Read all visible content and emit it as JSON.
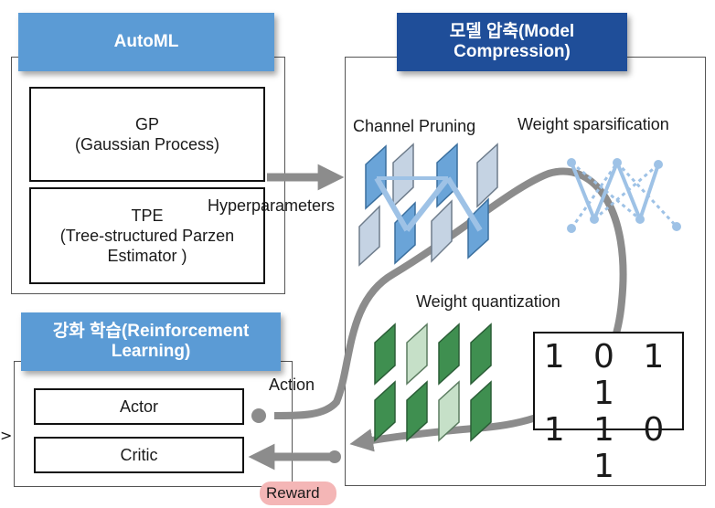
{
  "automl": {
    "title": "AutoML",
    "gp": {
      "line1": "GP",
      "line2": "(Gaussian Process)"
    },
    "tpe": {
      "line1": "TPE",
      "line2": "(Tree-structured Parzen",
      "line3": "Estimator )"
    }
  },
  "compression": {
    "title_line1": "모델 압축(Model",
    "title_line2": "Compression)",
    "channel_pruning": "Channel Pruning",
    "weight_sparsification": "Weight sparsification",
    "weight_quantization": "Weight quantization",
    "bits_row1": "1 0 1 1",
    "bits_row2": "1 1 0 1"
  },
  "rl": {
    "title_line1": "강화 학습(Reinforcement",
    "title_line2": "Learning)",
    "actor": "Actor",
    "critic": "Critic"
  },
  "flow": {
    "hyperparameters": "Hyperparameters",
    "action": "Action",
    "reward": "Reward"
  },
  "colors": {
    "tag_light": "#5b9bd5",
    "tag_dark": "#1f4e99",
    "arrow": "#8c8c8c",
    "pruning_blue": "#5b9bd5",
    "quant_green": "#3f8f50"
  }
}
